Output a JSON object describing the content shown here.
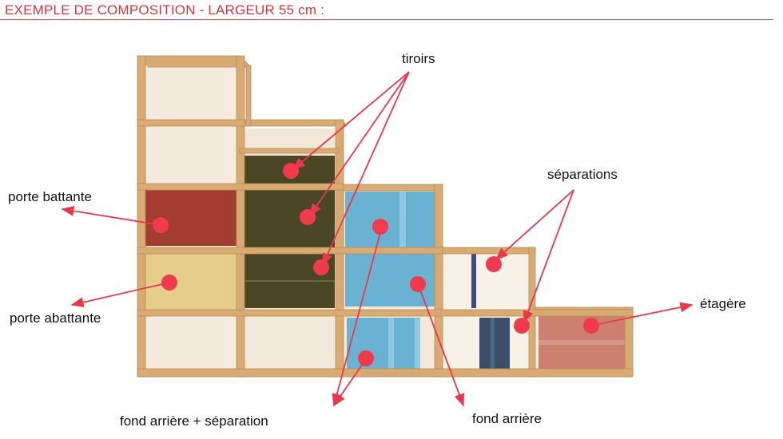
{
  "title": "EXEMPLE DE COMPOSITION - LARGEUR 55 cm :",
  "labels": {
    "tiroirs": "tiroirs",
    "separations": "séparations",
    "porte_battante": "porte battante",
    "porte_abattante": "porte abattante",
    "etagere": "étagère",
    "fond_arriere_separation": "fond arrière + séparation",
    "fond_arriere": "fond arrière"
  },
  "colors": {
    "title": "#d9343f",
    "wood": "#d9ab74",
    "wood_dark": "#b98a52",
    "wood_inner": "#f4ebde",
    "drawer_olive": "#4b4623",
    "door_red": "#a33c31",
    "door_cream": "#e5cd8c",
    "back_blue": "#6ab2d2",
    "back_blue_light": "#8ec8e2",
    "navy": "#3c4f6a",
    "shelf_salmon": "#cc8170",
    "marker": "#f03a4d",
    "arrow": "#e8384c"
  }
}
